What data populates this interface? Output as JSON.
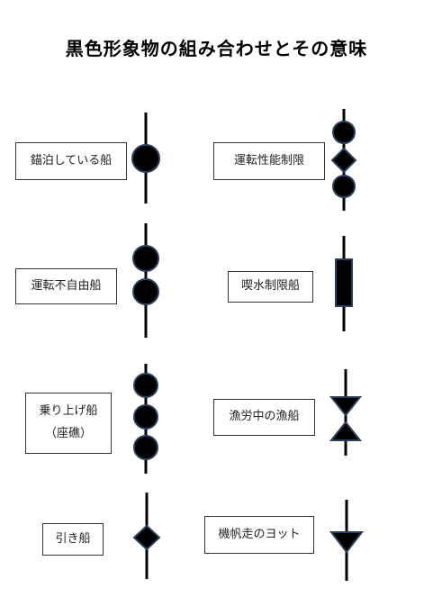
{
  "title": "黒色形象物の組み合わせとその意味",
  "items": [
    {
      "name": "anchored-vessel",
      "label": "錨泊している船",
      "shapes": [
        "ball"
      ]
    },
    {
      "name": "restricted-maneuverability",
      "label": "運転性能制限",
      "shapes": [
        "ball",
        "diamond",
        "ball"
      ]
    },
    {
      "name": "not-under-command",
      "label": "運転不自由船",
      "shapes": [
        "ball",
        "ball"
      ]
    },
    {
      "name": "constrained-by-draft",
      "label": "喫水制限船",
      "shapes": [
        "cylinder"
      ]
    },
    {
      "name": "aground-vessel",
      "label_lines": [
        "乗り上げ船",
        "（座礁）"
      ],
      "shapes": [
        "ball",
        "ball",
        "ball"
      ]
    },
    {
      "name": "fishing-vessel",
      "label": "漁労中の漁船",
      "shapes": [
        "triangle-down",
        "triangle-up"
      ]
    },
    {
      "name": "towing-vessel",
      "label": "引き船",
      "shapes": [
        "diamond"
      ]
    },
    {
      "name": "motor-sailing-yacht",
      "label": "機帆走のヨット",
      "shapes": [
        "cone-down"
      ]
    }
  ]
}
